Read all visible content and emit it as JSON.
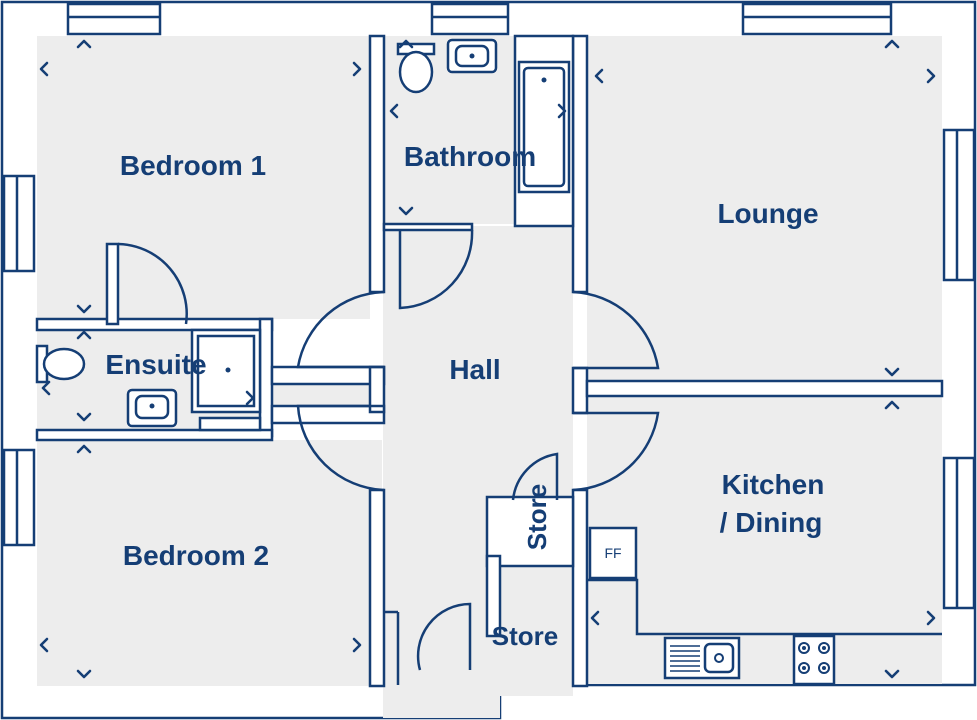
{
  "colors": {
    "line": "#153e75",
    "floor": "#ededed",
    "wall": "#ffffff"
  },
  "rooms": {
    "bedroom1": "Bedroom 1",
    "bathroom": "Bathroom",
    "lounge": "Lounge",
    "ensuite": "Ensuite",
    "hall": "Hall",
    "kitchen_line1": "Kitchen",
    "kitchen_line2": "/ Dining",
    "bedroom2": "Bedroom 2",
    "store_small": "Store",
    "store_entry": "Store"
  },
  "appliances": {
    "fridge_freezer": "FF"
  }
}
